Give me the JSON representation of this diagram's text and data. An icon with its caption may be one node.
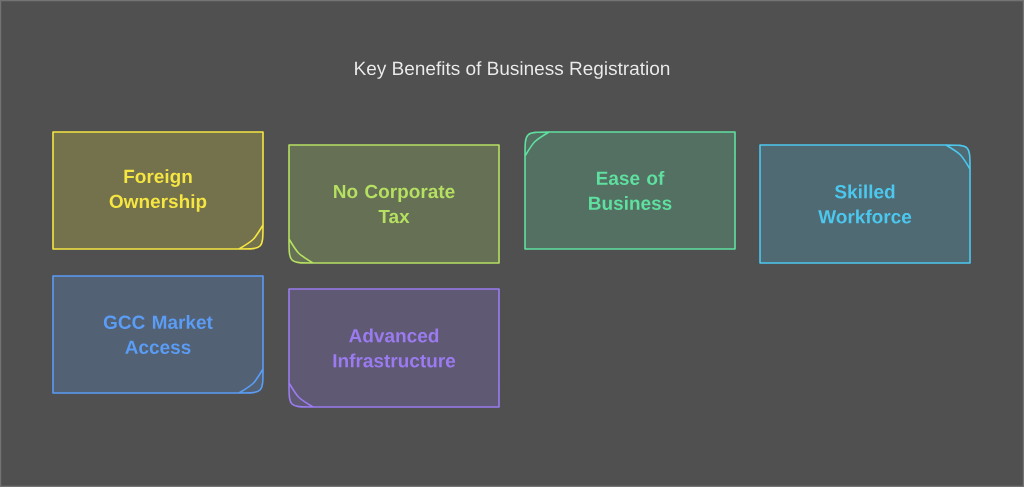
{
  "diagram": {
    "title": "Key Benefits of Business Registration",
    "nodes": [
      {
        "text": [
          "Foreign Ownership"
        ]
      },
      {
        "text": [
          "No Corporate Tax"
        ]
      },
      {
        "text": [
          "Ease of Business"
        ]
      },
      {
        "text": [
          "Skilled Workforce"
        ]
      },
      {
        "text": [
          "GCC Market Access"
        ]
      },
      {
        "text": [
          "Advanced Infrastructure"
        ]
      }
    ]
  }
}
